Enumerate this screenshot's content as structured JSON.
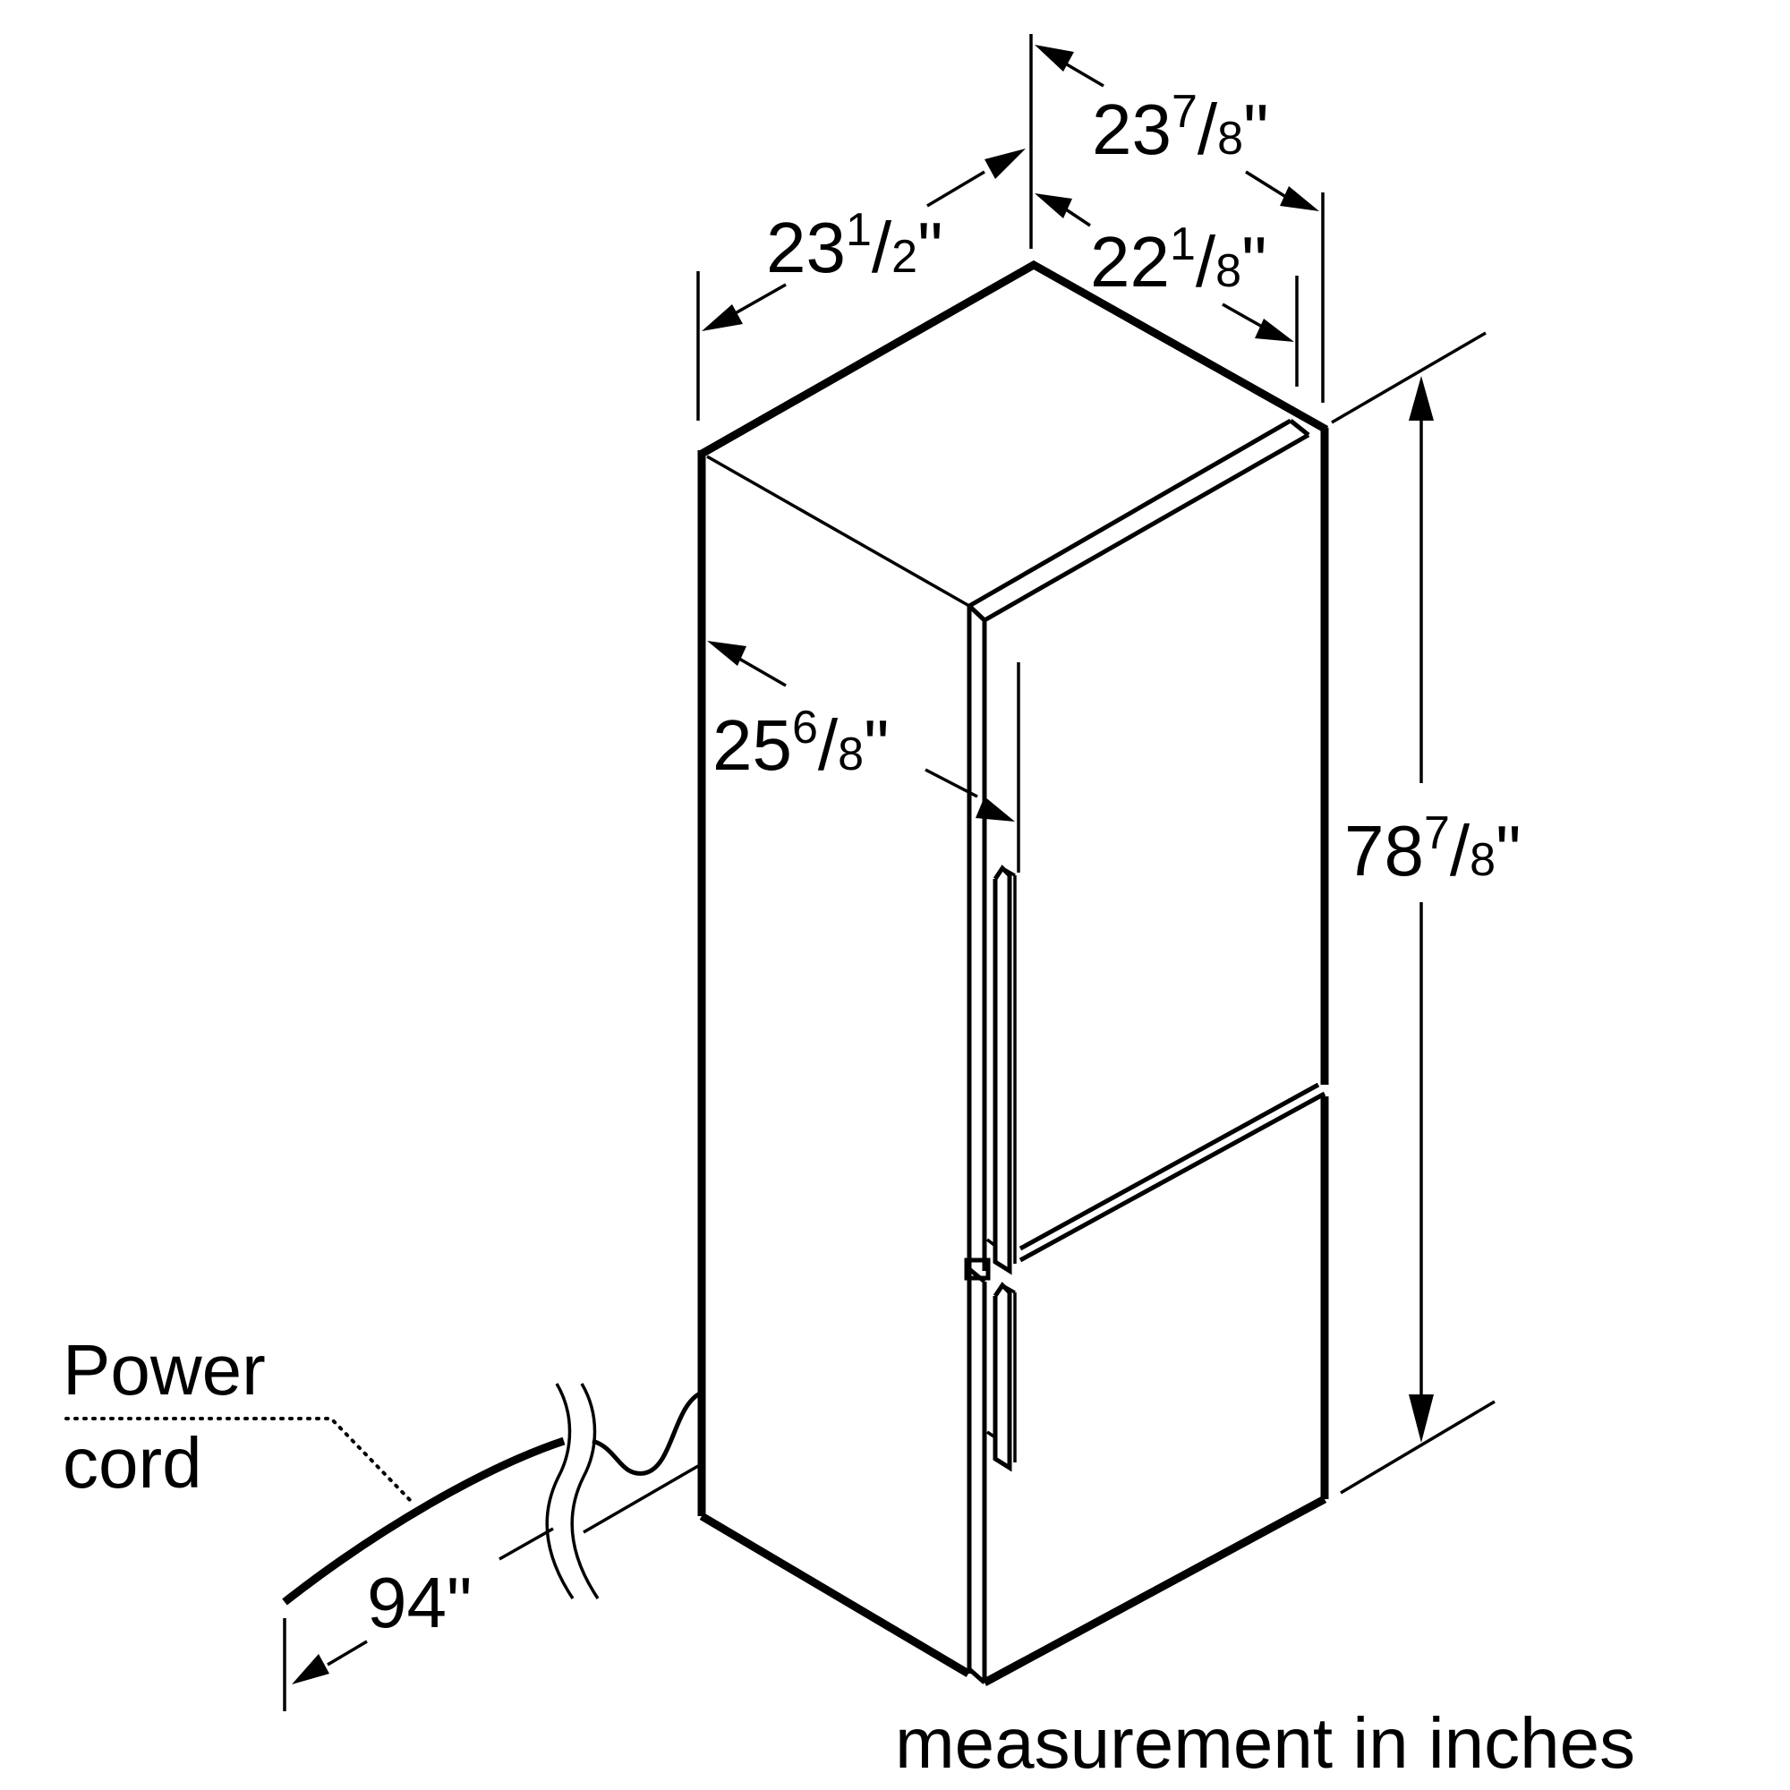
{
  "dimensions": {
    "depth_top": {
      "whole": "23",
      "numerator": "7",
      "slash": "/",
      "denominator": "8",
      "unit": "\""
    },
    "depth_body": {
      "whole": "22",
      "numerator": "1",
      "slash": "/",
      "denominator": "8",
      "unit": "\""
    },
    "width": {
      "whole": "23",
      "numerator": "1",
      "slash": "/",
      "denominator": "2",
      "unit": "\""
    },
    "door_open": {
      "whole": "25",
      "numerator": "6",
      "slash": "/",
      "denominator": "8",
      "unit": "\""
    },
    "height": {
      "whole": "78",
      "numerator": "7",
      "slash": "/",
      "denominator": "8",
      "unit": "\""
    },
    "cord_length": {
      "value": "94\""
    }
  },
  "labels": {
    "power_cord_line1": "Power",
    "power_cord_line2": "cord",
    "footer": "measurement in inches"
  },
  "colors": {
    "ink": "#000000",
    "background": "#ffffff"
  }
}
